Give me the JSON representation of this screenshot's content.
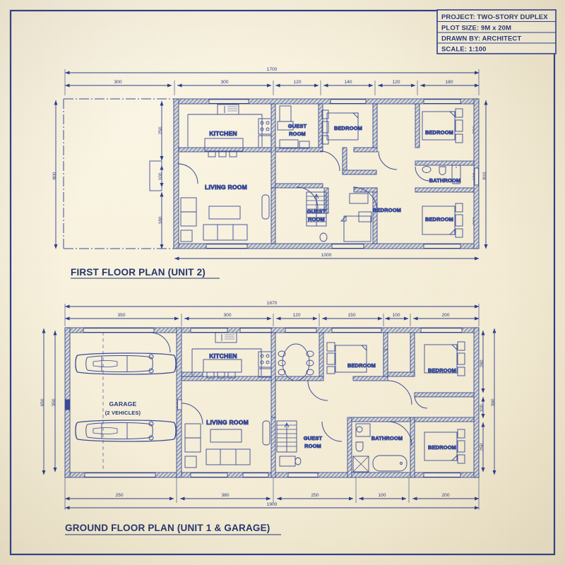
{
  "sheet": {
    "paper_color": "#f5edd8",
    "ink_color": "#2a3d8f",
    "border_label": "drawing-border"
  },
  "title_block": {
    "rows": [
      {
        "key": "project",
        "text": "PROJECT: TWO-STORY DUPLEX"
      },
      {
        "key": "plot_size",
        "text": "PLOT SIZE: 9M x 20M"
      },
      {
        "key": "drawn_by",
        "text": "DRAWN BY: ARCHITECT"
      },
      {
        "key": "scale",
        "text": "SCALE: 1:100"
      }
    ]
  },
  "plans": [
    {
      "id": "first-floor",
      "title": "FIRST FLOOR PLAN (UNIT 2)",
      "dims_top_overall": "1700",
      "dims_top": [
        "300",
        "300",
        "120",
        "140",
        "120",
        "180"
      ],
      "dims_bottom_overall": "1000",
      "dims_left_overall": "800",
      "dims_left_inner": [
        "250",
        "100",
        "180"
      ],
      "dims_right_overall": "810",
      "dims_right_inner": [
        "250",
        "100",
        "200"
      ],
      "rooms": [
        {
          "name": "KITCHEN",
          "lines": [
            "KITCHEN"
          ]
        },
        {
          "name": "LIVING ROOM",
          "lines": [
            "LIVING ROOM"
          ]
        },
        {
          "name": "GUEST ROOM upper",
          "lines": [
            "GUEST",
            "ROOM"
          ]
        },
        {
          "name": "GUEST ROOM lower",
          "lines": [
            "GUEST",
            "ROOM"
          ]
        },
        {
          "name": "BEDROOM top middle",
          "lines": [
            "BEDROOM"
          ]
        },
        {
          "name": "BEDROOM top right",
          "lines": [
            "BEDROOM"
          ]
        },
        {
          "name": "BEDROOM bottom middle",
          "lines": [
            "BEDROOM"
          ]
        },
        {
          "name": "BEDROOM bottom right",
          "lines": [
            "BEDROOM"
          ]
        },
        {
          "name": "BATHROOM",
          "lines": [
            "BATHROOM"
          ]
        }
      ]
    },
    {
      "id": "ground-floor",
      "title": "GROUND FLOOR PLAN (UNIT 1 & GARAGE)",
      "dims_top_overall": "1870",
      "dims_top": [
        "350",
        "300",
        "120",
        "150",
        "100",
        "200"
      ],
      "dims_bottom_overall": "1900",
      "dims_bottom": [
        "250",
        "380",
        "250",
        "100",
        "200"
      ],
      "dims_left_overall": "650",
      "dims_left_inner": [
        "350"
      ],
      "dims_right_overall": "390",
      "dims_right_inner": [
        "280",
        "100",
        "250"
      ],
      "rooms": [
        {
          "name": "GARAGE",
          "lines": [
            "GARAGE",
            "(2 VEHICLES)"
          ]
        },
        {
          "name": "KITCHEN",
          "lines": [
            "KITCHEN"
          ]
        },
        {
          "name": "LIVING ROOM",
          "lines": [
            "LIVING ROOM"
          ]
        },
        {
          "name": "GUEST ROOM",
          "lines": [
            "GUEST",
            "ROOM"
          ]
        },
        {
          "name": "BATHROOM",
          "lines": [
            "BATHROOM"
          ]
        },
        {
          "name": "BEDROOM top middle",
          "lines": [
            "BEDROOM"
          ]
        },
        {
          "name": "BEDROOM top right",
          "lines": [
            "BEDROOM"
          ]
        },
        {
          "name": "BEDROOM bottom right",
          "lines": [
            "BEDROOM"
          ]
        }
      ]
    }
  ]
}
